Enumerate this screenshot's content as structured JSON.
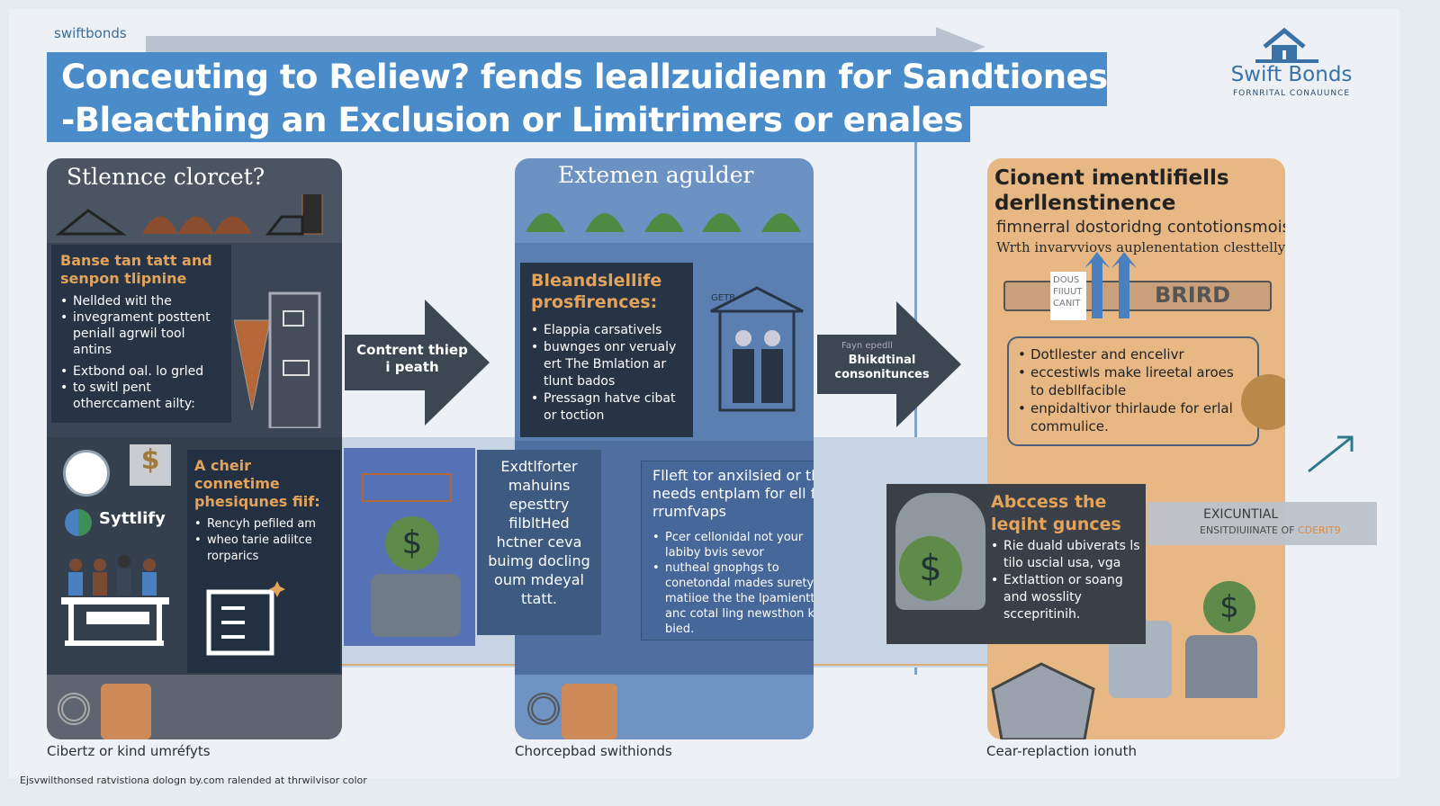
{
  "header": {
    "brand_small": "swiftbonds",
    "title_line1": "Conceuting to Reliew? fends leallzuidienn for Sandtiones",
    "title_line2": "-Bleacthing an Exclusion or Limitrimers or enales",
    "logo_name": "Swift Bonds",
    "logo_sub": "FORNRITAL CONAUUNCE"
  },
  "panel1": {
    "title": "Stlennce clorcet?",
    "box_title": "Banse tan tatt and senpon tlipnine",
    "bullets": [
      "Nellded witl the",
      "invegrament posttent peniall agrwil tool antins",
      "Extbond oal. lo grled",
      "to switl pent otherccament ailty:"
    ],
    "brand": "Syttlify",
    "sub_title": "A cheir connetime phesiqunes fiif:",
    "sub_bullets": [
      "Rencyh pefiled am",
      "wheo tarie adiitce rorparics"
    ],
    "caption": "Cibertz or kind umréfyts"
  },
  "arrow1": {
    "label": "Contrent thiep i peath"
  },
  "middle_box": {
    "text": "Exdtlforter mahuins epesttry filbltHed hctner ceva buimg docling oum mdeyal ttatt."
  },
  "panel2": {
    "title": "Extemen agulder",
    "box_title": "Bleandslellife prosfirences:",
    "bullets": [
      "Elappia carsativels",
      "buwnges onr verualy ert The Bmlation ar tlunt bados",
      "Pressagn hatve cibat or toction"
    ],
    "building_sign": "GETB",
    "info_title": "Flleft tor anxilsied or the needs entplam for ell fig rrumfvaps",
    "info_bullets": [
      "Pcer cellonidal not your labiby bvis sevor",
      "nutheal gnophgs to conetondal mades surety matiioe the the lpamientt anc cotal ling newsthon knd bied."
    ],
    "caption": "Chorcepbad swithionds"
  },
  "arrow2": {
    "small": "Fayn epedll",
    "label": "Bhikdtinal consonitunces"
  },
  "panel3": {
    "title": "Cionent imentlifiells derllenstinence",
    "subtitle": "fimnerral dostoridng contotionsmois",
    "subtitle2": "Wrth invarvviovs auplenentation clesttelly",
    "doc_text": "DOUS FIIUUT CANIT",
    "sign": "BRIRD",
    "bullets": [
      "Dotllester and encelivr",
      "eccestiwls make lireetal aroes to debllfacible",
      "enpidaltivor thirlaude for erlal commulice."
    ],
    "caption": "Cear-replaction ionuth"
  },
  "access_box": {
    "title": "Abccess the leqiht gunces",
    "bullets": [
      "Rie duald ubiverats ls tilo uscial usa, vga",
      "Extlattion or soang and wosslity sccepritinih."
    ]
  },
  "band": {
    "line1": "EXICUNTIAL",
    "line2": "ENSITDIUIINATE OF",
    "line2_accent": "CDERIT9"
  },
  "footer": "Ejsvwilthonsed ratvistiona dologn by.com ralended at thrwilvisor color",
  "colors": {
    "title_blue": "#4a8bc9",
    "slate": "#4b5462",
    "panel_blue": "#6c92c3",
    "panel_orange": "#e7b884",
    "accent_orange": "#e3a35b"
  }
}
